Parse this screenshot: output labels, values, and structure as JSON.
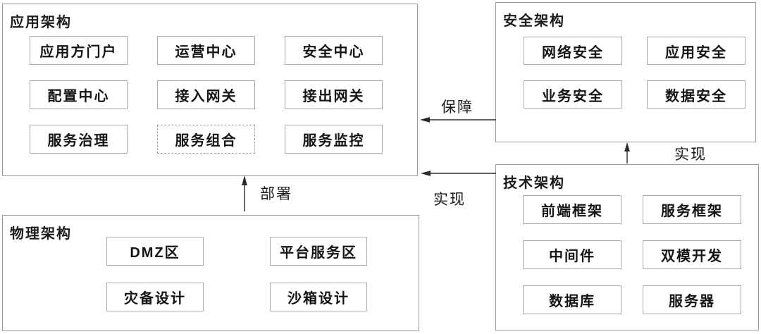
{
  "colors": {
    "background": "#ffffff",
    "panel_border": "#9b9b9b",
    "box_border": "#a8a8a8",
    "dashed_box_border": "#9f9f9f",
    "text": "#1c1c1c",
    "arrow": "#2a2a2a"
  },
  "panels": {
    "application": {
      "title": "应用架构",
      "boxes": [
        {
          "label": "应用方门户"
        },
        {
          "label": "运营中心"
        },
        {
          "label": "安全中心"
        },
        {
          "label": "配置中心"
        },
        {
          "label": "接入网关"
        },
        {
          "label": "接出网关"
        },
        {
          "label": "服务治理"
        },
        {
          "label": "服务组合",
          "style": "dashed"
        },
        {
          "label": "服务监控"
        }
      ]
    },
    "security": {
      "title": "安全架构",
      "boxes": [
        {
          "label": "网络安全"
        },
        {
          "label": "应用安全"
        },
        {
          "label": "业务安全"
        },
        {
          "label": "数据安全"
        }
      ]
    },
    "technology": {
      "title": "技术架构",
      "boxes": [
        {
          "label": "前端框架"
        },
        {
          "label": "服务框架"
        },
        {
          "label": "中间件"
        },
        {
          "label": "双模开发"
        },
        {
          "label": "数据库"
        },
        {
          "label": "服务器"
        }
      ]
    },
    "physical": {
      "title": "物理架构",
      "boxes": [
        {
          "label": "DMZ区"
        },
        {
          "label": "平台服务区"
        },
        {
          "label": "灾备设计"
        },
        {
          "label": "沙箱设计"
        }
      ]
    }
  },
  "arrows": {
    "guarantee": {
      "label": "保障",
      "from": "安全架构",
      "to": "应用架构",
      "direction": "left"
    },
    "implement_app": {
      "label": "实现",
      "from": "技术架构",
      "to": "应用架构",
      "direction": "left"
    },
    "implement_security": {
      "label": "实现",
      "from": "技术架构",
      "to": "安全架构",
      "direction": "up"
    },
    "deploy": {
      "label": "部署",
      "from": "物理架构",
      "to": "应用架构",
      "direction": "up"
    }
  }
}
